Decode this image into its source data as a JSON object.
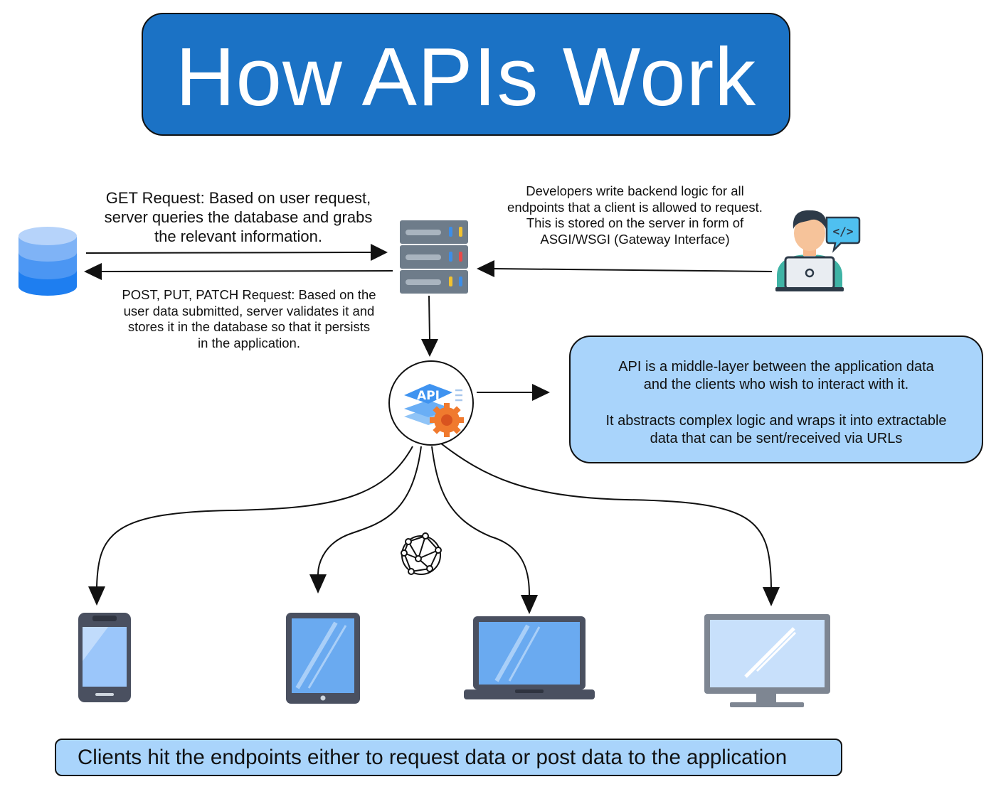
{
  "title": "How APIs Work",
  "get_request": {
    "lines": [
      "GET Request: Based on user request,",
      "server queries the database and grabs",
      "the relevant information."
    ]
  },
  "post_request": {
    "lines": [
      "POST, PUT, PATCH Request: Based on the",
      "user data submitted, server validates it and",
      "stores it in the database so that it persists",
      "in the application."
    ]
  },
  "developer_note": {
    "lines": [
      "Developers write backend logic for all",
      "endpoints that a client is allowed to request.",
      "This is stored on the server in form of",
      "ASGI/WSGI (Gateway Interface)"
    ]
  },
  "api_box": {
    "para1": [
      "API is a middle-layer between the application data",
      "and the clients who wish to interact with it."
    ],
    "para2": [
      "It abstracts complex logic and wraps it into extractable",
      "data that can be sent/received via URLs"
    ]
  },
  "api_icon_label": "API",
  "developer_icon_label": "</>",
  "clients_caption": "Clients hit the endpoints either to request data or post data to the application",
  "icons": [
    "database-icon",
    "server-icon",
    "developer-icon",
    "api-icon",
    "globe-network-icon",
    "smartphone-icon",
    "tablet-icon",
    "laptop-icon",
    "desktop-monitor-icon"
  ],
  "colors": {
    "title_bg": "#1b72c5",
    "info_box_bg": "#a9d4fb",
    "device_frame": "#4a5060",
    "device_screen": "#6aaaf0",
    "database_blue": "#3b8cf0"
  }
}
